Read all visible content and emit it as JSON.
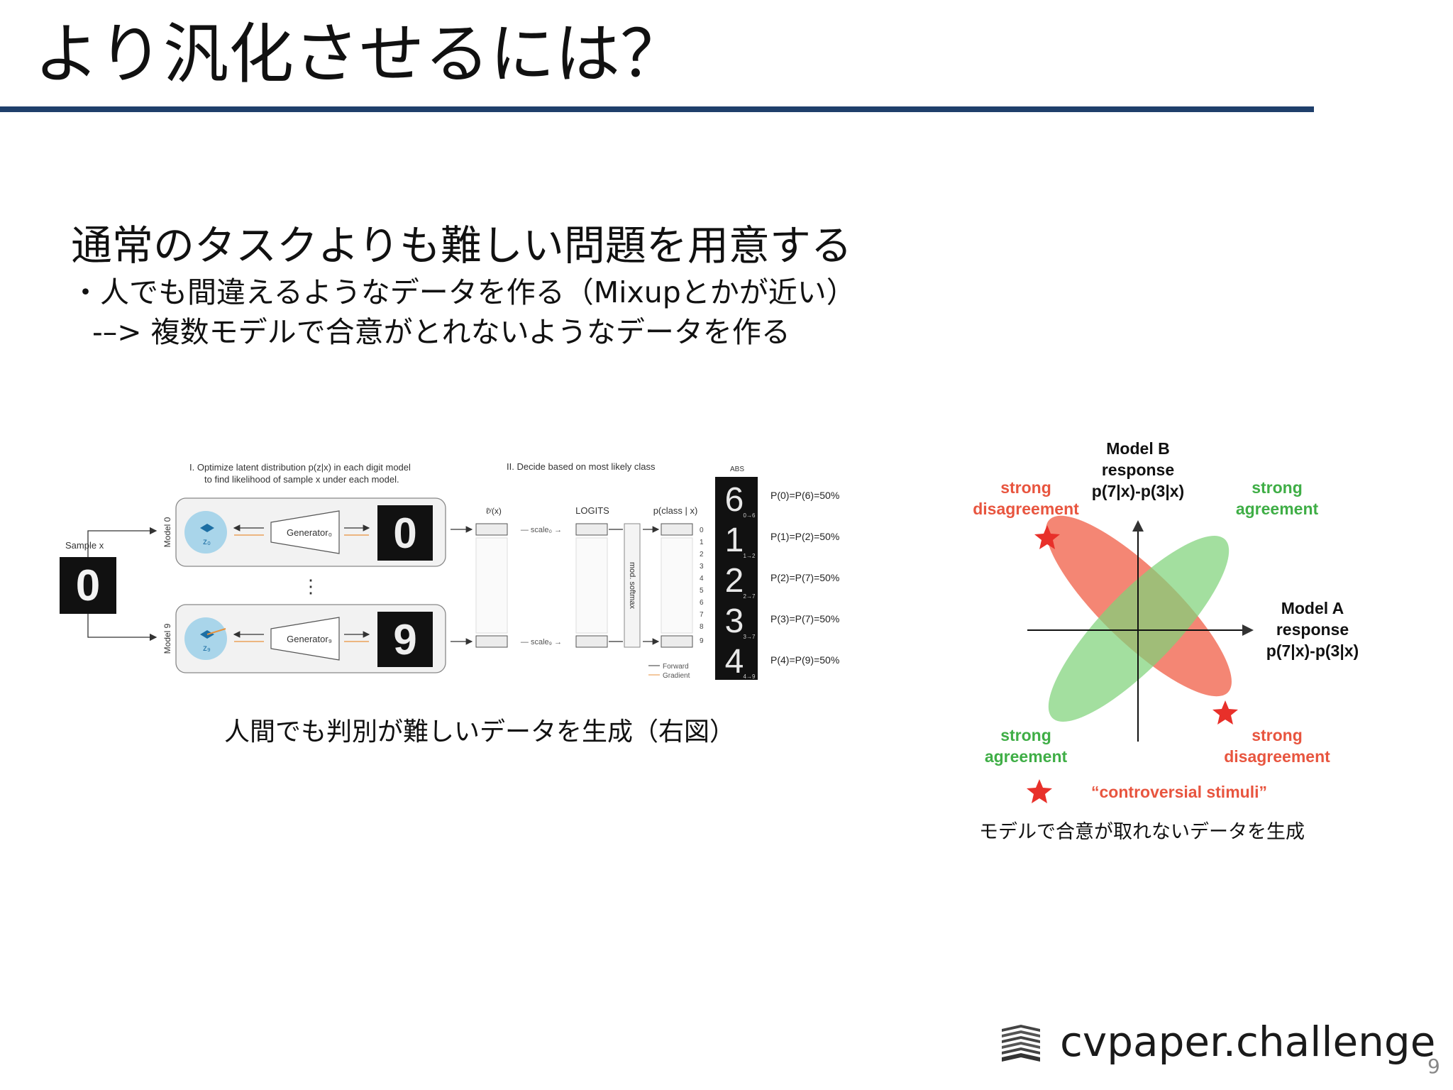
{
  "slide": {
    "title": "より汎化させるには？",
    "heading": "通常のタスクよりも難しい問題を用意する",
    "bullets": [
      "・人でも間違えるようなデータを作る（Mixupとかが近い）",
      "-–> 複数モデルで合意がとれないようなデータを作る"
    ],
    "caption_left": "人間でも判別が難しいデータを生成（右図）",
    "caption_right": "モデルで合意が取れないデータを生成",
    "page_number": "9"
  },
  "brand": {
    "logo_text": "cvpaper.challenge",
    "icon": "stacked-layers-icon",
    "rule_color": "#1f3f6b"
  },
  "left_figure": {
    "step1_line1": "I. Optimize latent distribution p(z|x) in each digit model",
    "step1_line2": "to find likelihood of sample x under each model.",
    "step2": "II. Decide based on most likely class",
    "sample_label": "Sample x",
    "sample_digit": "0",
    "model0_label": "Model 0",
    "model9_label": "Model 9",
    "generator0": "Generator₀",
    "generator9": "Generator₉",
    "z0": "z₀",
    "z9": "z₉",
    "digit0": "0",
    "digit9": "9",
    "vdots": "⋮",
    "ly_label": "ℓʸ(x)",
    "logits_label": "LOGITS",
    "pclass_label": "p(class | x)",
    "scale0": "— scale₀ →",
    "scale9": "— scale₉ →",
    "softmax": "mod. softmax",
    "class_indices": [
      "0",
      "1",
      "2",
      "3",
      "4",
      "5",
      "6",
      "7",
      "8",
      "9"
    ],
    "legend_forward": "Forward",
    "legend_gradient": "Gradient",
    "abs_label": "ABS",
    "strip_digits": [
      "6",
      "1",
      "2",
      "3",
      "4"
    ],
    "strip_subs": [
      "0→6",
      "1→2",
      "2→7",
      "3→7",
      "4→9"
    ],
    "probabilities": [
      "P(0)=P(6)=50%",
      "P(1)=P(2)=50%",
      "P(2)=P(7)=50%",
      "P(3)=P(7)=50%",
      "P(4)=P(9)=50%"
    ]
  },
  "right_figure": {
    "model_b_line1": "Model B",
    "model_b_line2": "response",
    "model_b_line3": "p(7|x)-p(3|x)",
    "model_a_line1": "Model A",
    "model_a_line2": "response",
    "model_a_line3": "p(7|x)-p(3|x)",
    "tl_line1": "strong",
    "tl_line2": "disagreement",
    "tr_line1": "strong",
    "tr_line2": "agreement",
    "bl_line1": "strong",
    "bl_line2": "agreement",
    "br_line1": "strong",
    "br_line2": "disagreement",
    "legend": "“controversial stimuli”",
    "colors": {
      "disagree": "#f26b55",
      "agree": "#7fd27a",
      "label_red": "#e8553f",
      "label_green": "#3fae46"
    }
  }
}
